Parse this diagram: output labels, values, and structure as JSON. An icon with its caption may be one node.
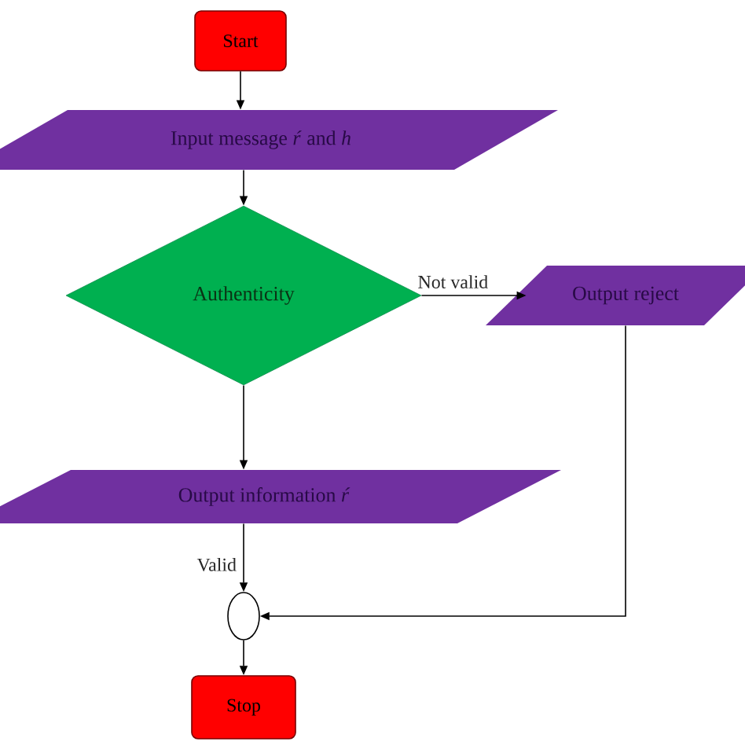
{
  "diagram": {
    "nodes": [
      {
        "text": [
          "Start"
        ]
      },
      {
        "text": [
          "Input message *ŕ* and *h*"
        ]
      },
      {
        "text": [
          "Authenticity"
        ]
      },
      {
        "text": [
          "Output reject"
        ]
      },
      {
        "text": [
          "Output information *ŕ*"
        ]
      },
      {
        "text": [],
        "shape": "circle"
      },
      {
        "text": [
          "Stop"
        ]
      }
    ],
    "edges": [
      {
        "from": 0,
        "to": 1,
        "arrow": "to"
      },
      {
        "from": 1,
        "to": 2,
        "arrow": "to"
      },
      {
        "from": 2,
        "to": 3,
        "arrow": "to",
        "label": "Not valid"
      },
      {
        "from": 2,
        "to": 4,
        "arrow": "to"
      },
      {
        "from": 4,
        "to": 5,
        "arrow": "to",
        "label": "Valid"
      },
      {
        "from": 3,
        "to": 5,
        "arrow": "to"
      },
      {
        "from": 5,
        "to": 6,
        "arrow": "to"
      }
    ]
  }
}
